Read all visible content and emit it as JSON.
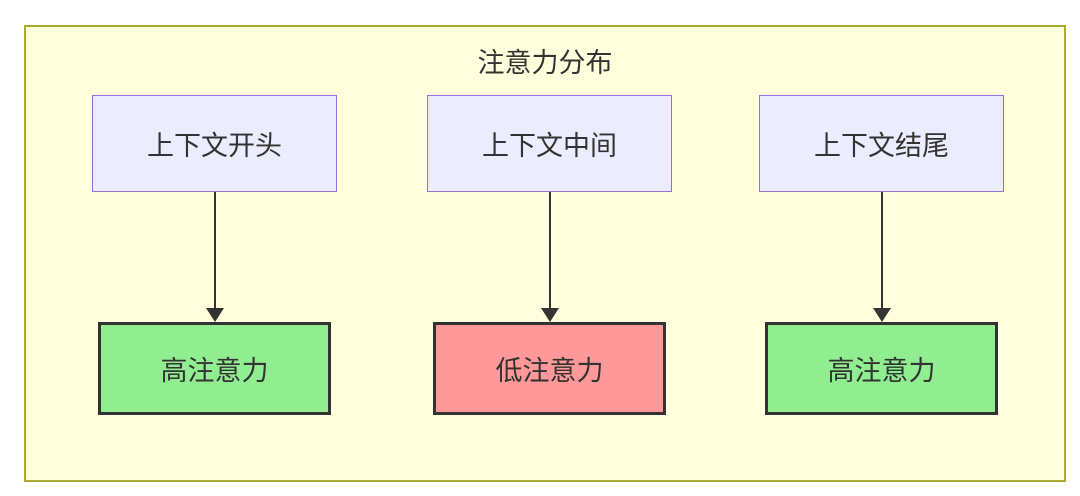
{
  "diagram": {
    "title": "注意力分布",
    "colors": {
      "canvas_bg": "#ffffff",
      "cluster_fill": "#ffffde",
      "cluster_border": "#aaaa33",
      "source_fill": "#ececff",
      "source_border": "#9370db",
      "high_fill": "#90ee90",
      "low_fill": "#ff9999",
      "target_border": "#333333",
      "arrow_color": "#333333",
      "text_color": "#333333"
    },
    "columns": [
      {
        "source": "上下文开头",
        "target": "高注意力",
        "attention_level": "high"
      },
      {
        "source": "上下文中间",
        "target": "低注意力",
        "attention_level": "low"
      },
      {
        "source": "上下文结尾",
        "target": "高注意力",
        "attention_level": "high"
      }
    ]
  }
}
